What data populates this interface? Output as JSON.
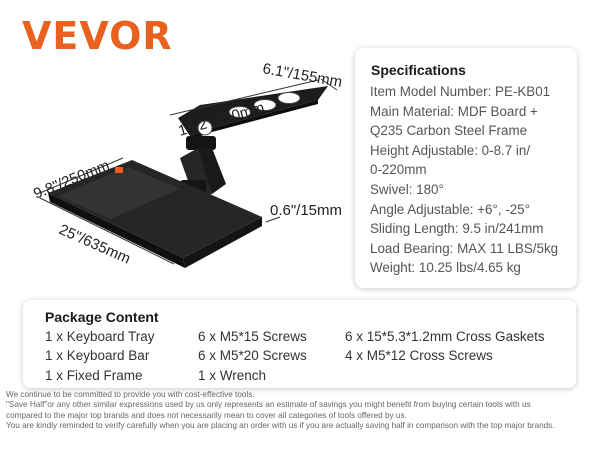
{
  "brand": {
    "logo_text": "VEVOR",
    "color": "#e8611f"
  },
  "dimensions": {
    "bar_width": "6.1\"/155mm",
    "bar_length": "14.2\"/360mm",
    "tray_depth": "9.8\"/250mm",
    "tray_length": "25\"/635mm",
    "tray_thickness": "0.6\"/15mm"
  },
  "specifications": {
    "title": "Specifications",
    "lines": [
      "Item Model Number: PE-KB01",
      "Main Material: MDF Board +",
      "Q235 Carbon Steel Frame",
      "Height Adjustable: 0-8.7 in/",
      "0-220mm",
      "Swivel: 180°",
      "Angle Adjustable: +6°, -25°",
      "Sliding Length: 9.5 in/241mm",
      "Load Bearing: MAX 11 LBS/5kg",
      "Weight: 10.25 lbs/4.65 kg"
    ]
  },
  "package": {
    "title": "Package Content",
    "col1": [
      "1 x Keyboard Tray",
      "1 x Keyboard Bar",
      "1 x Fixed Frame"
    ],
    "col2": [
      "6  x M5*15 Screws",
      "6  x M5*20 Screws",
      "1 x  Wrench"
    ],
    "col3": [
      "6  x 15*5.3*1.2mm Cross Gaskets",
      "4  x M5*12 Cross Screws"
    ]
  },
  "disclaimer": [
    "We continue to be committed to provide you with cost-effective tools.",
    "\"Save Half\"or any other similar expressions used by us only represents an estimate of savings you might benefit from buying certain tools with us",
    "compared to the major top brands and does not necessarily mean to cover all categories of tools offered by us.",
    "You are kindly reminded to verify carefully when you are placing an order with us if you are actually saving half in comparison with the top major brands."
  ]
}
